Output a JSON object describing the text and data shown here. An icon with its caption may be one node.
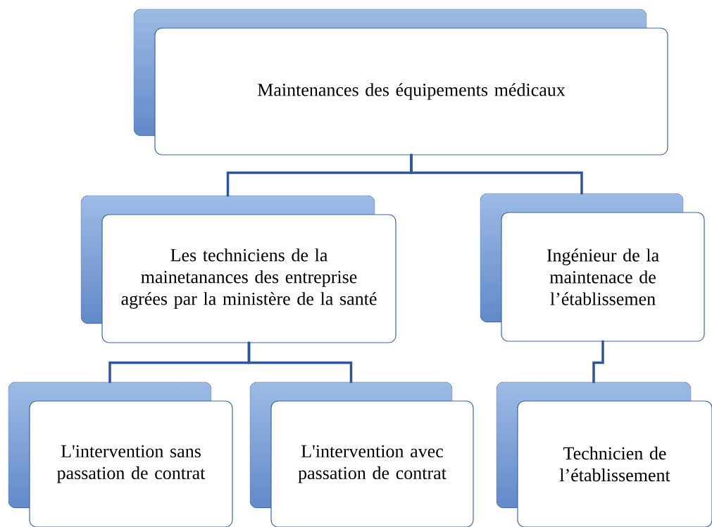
{
  "diagram": {
    "nodes": [
      {
        "text": [
          "Maintenances des équipements médicaux"
        ]
      },
      {
        "text": [
          "Les techniciens de la mainetanances des entreprise agrées par la ministère de la santé"
        ]
      },
      {
        "text": [
          "Ingénieur de la maintenace de l’établissemen"
        ]
      },
      {
        "text": [
          "L'intervention sans passation de contrat"
        ]
      },
      {
        "text": [
          "L'intervention avec passation de contrat"
        ]
      },
      {
        "text": [
          "Technicien de l’établissement"
        ]
      }
    ],
    "edges": [
      {
        "from": 0,
        "to": 1,
        "arrow": "none"
      },
      {
        "from": 0,
        "to": 2,
        "arrow": "none"
      },
      {
        "from": 1,
        "to": 3,
        "arrow": "none"
      },
      {
        "from": 1,
        "to": 4,
        "arrow": "none"
      },
      {
        "from": 2,
        "to": 5,
        "arrow": "none"
      }
    ]
  }
}
